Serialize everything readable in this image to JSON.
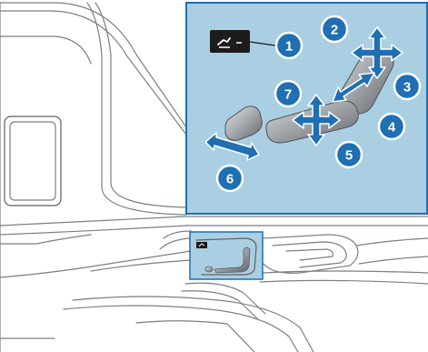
{
  "callouts": [
    {
      "label": "1",
      "color": "#1f6fb2"
    },
    {
      "label": "2",
      "color": "#1f6fb2"
    },
    {
      "label": "3",
      "color": "#1f6fb2"
    },
    {
      "label": "4",
      "color": "#1f6fb2"
    },
    {
      "label": "5",
      "color": "#1f6fb2"
    },
    {
      "label": "6",
      "color": "#1f6fb2"
    },
    {
      "label": "7",
      "color": "#1f6fb2"
    }
  ],
  "colors": {
    "inset_background": "#aacfe2",
    "inset_border": "#1f6fb2",
    "highlight_background": "#aacfe2",
    "arrow_fill": "#1f6fb2",
    "line_art": "#7b7f84"
  },
  "icons": [
    "memory-button-icon",
    "seat-control-icon",
    "direction-arrow-icon"
  ]
}
